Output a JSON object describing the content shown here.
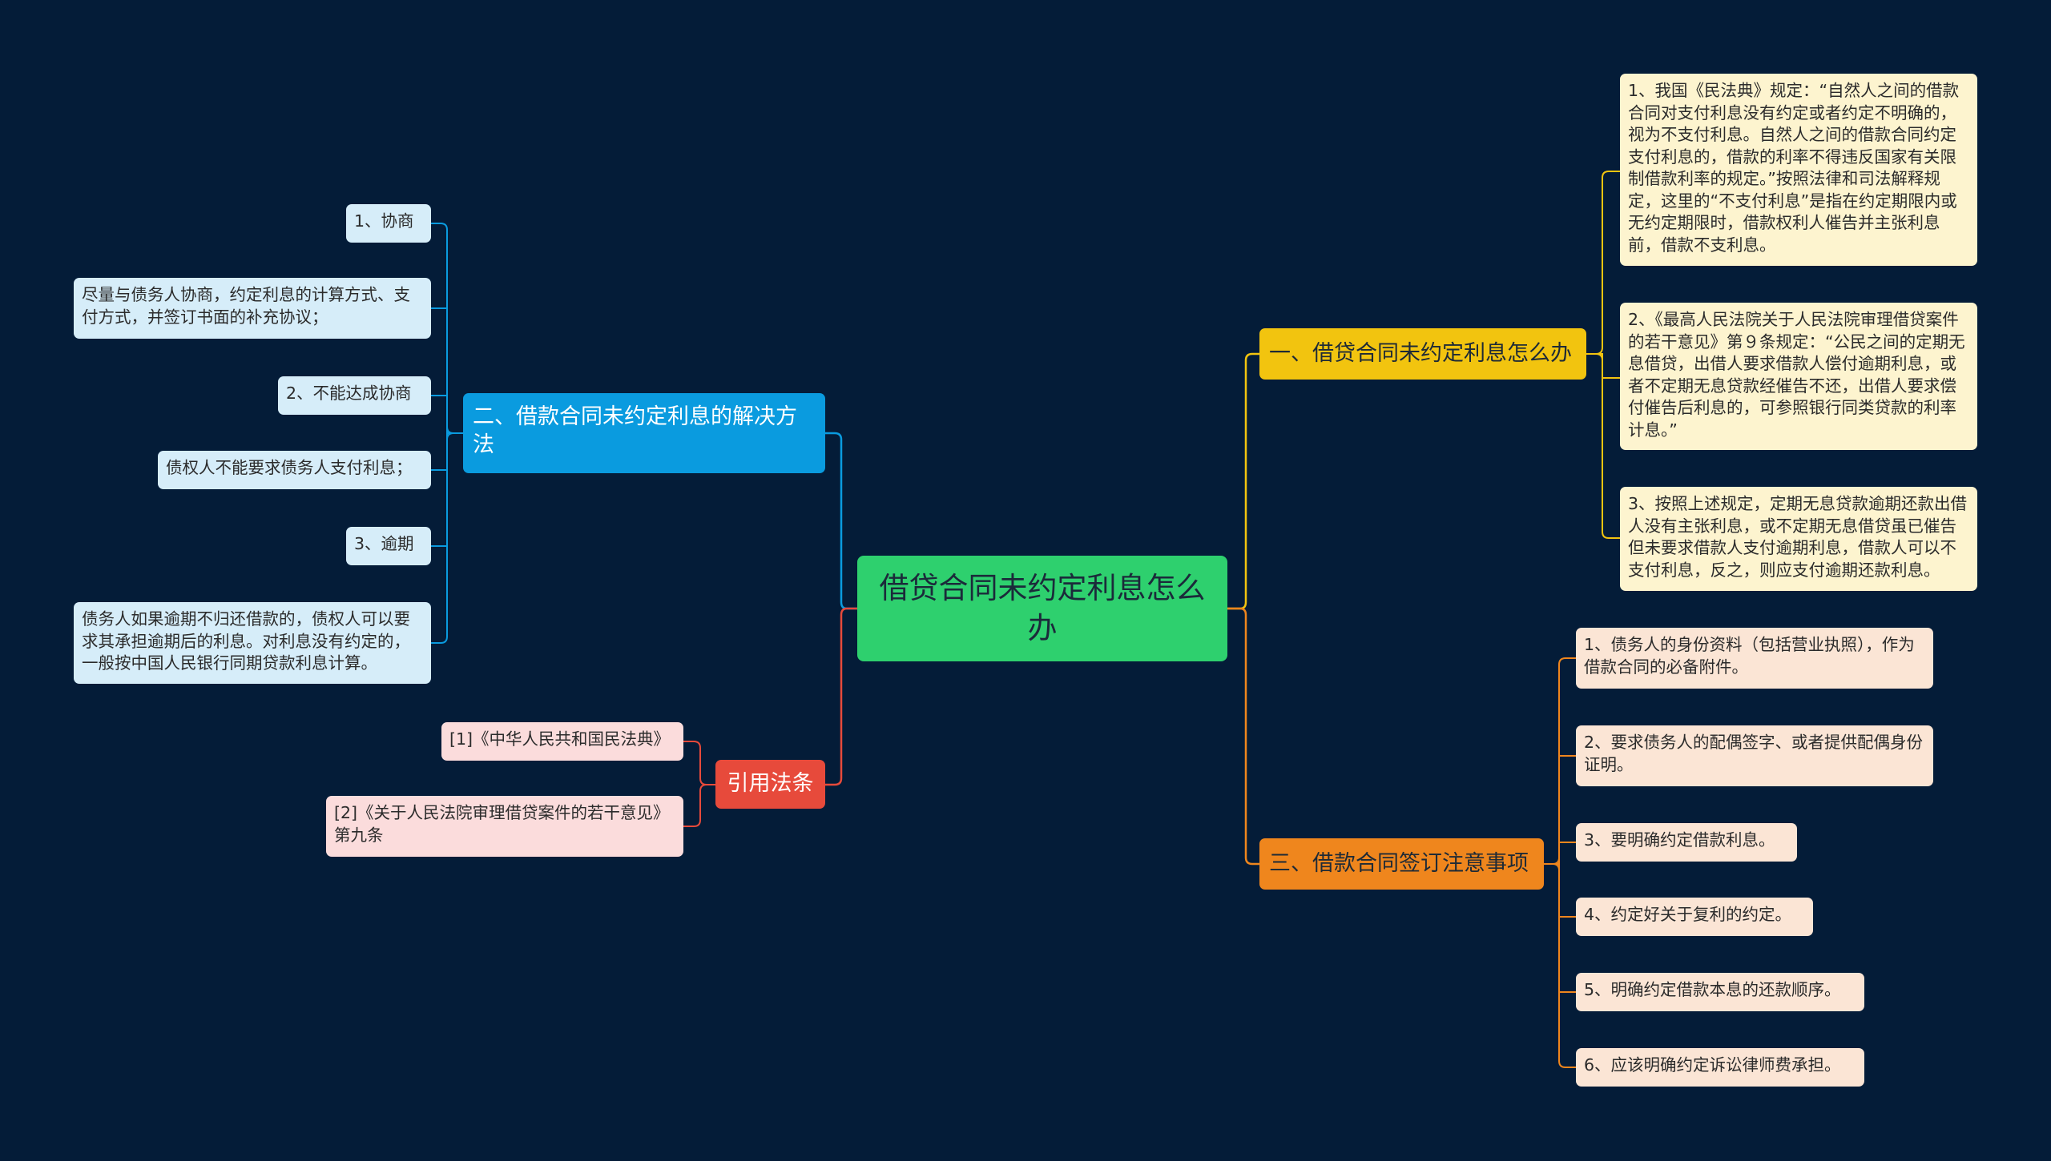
{
  "root": {
    "label": "借贷合同未约定利息怎么办"
  },
  "branches": {
    "right1": {
      "label": "一、借贷合同未约定利息怎么办",
      "color": "#f2c40f",
      "items": [
        "1、我国《民法典》规定：“自然人之间的借款合同对支付利息没有约定或者约定不明确的，视为不支付利息。自然人之间的借款合同约定支付利息的，借款的利率不得违反国家有关限制借款利率的规定。”按照法律和司法解释规定，这里的“不支付利息”是指在约定期限内或无约定期限时，借款权利人催告并主张利息前，借款不支利息。",
        "2、《最高人民法院关于人民法院审理借贷案件的若干意见》第９条规定：“公民之间的定期无息借贷，出借人要求借款人偿付逾期利息，或者不定期无息贷款经催告不还，出借人要求偿付催告后利息的，可参照银行同类贷款的利率计息。”",
        "3、按照上述规定，定期无息贷款逾期还款出借人没有主张利息，或不定期无息借贷虽已催告但未要求借款人支付逾期利息，借款人可以不支付利息，反之，则应支付逾期还款利息。"
      ]
    },
    "right3": {
      "label": "三、借款合同签订注意事项",
      "color": "#ef861d",
      "items": [
        "1、债务人的身份资料（包括营业执照），作为借款合同的必备附件。",
        "2、要求债务人的配偶签字、或者提供配偶身份证明。",
        "3、要明确约定借款利息。",
        "4、约定好关于复利的约定。",
        "5、明确约定借款本息的还款顺序。",
        "6、应该明确约定诉讼律师费承担。"
      ]
    },
    "left2": {
      "label": "二、借款合同未约定利息的解决方法",
      "color": "#0a9bdf",
      "items": [
        "1、协商",
        "尽量与债务人协商，约定利息的计算方式、支付方式，并签订书面的补充协议；",
        "2、不能达成协商",
        "债权人不能要求债务人支付利息；",
        "3、逾期",
        "债务人如果逾期不归还借款的，债权人可以要求其承担逾期后的利息。对利息没有约定的，一般按中国人民银行同期贷款利息计算。"
      ]
    },
    "left3": {
      "label": "引用法条",
      "color": "#e74a3b",
      "items": [
        "[1]《中华人民共和国民法典》",
        "[2]《关于人民法院审理借贷案件的若干意见》第九条"
      ]
    }
  },
  "colors": {
    "background": "#041c38",
    "root": "#2ed06e",
    "leaf_yellow": "#fdf4cf",
    "leaf_orange": "#fbe5d5",
    "leaf_blue": "#d6edf9",
    "leaf_red": "#fbdcdc"
  }
}
